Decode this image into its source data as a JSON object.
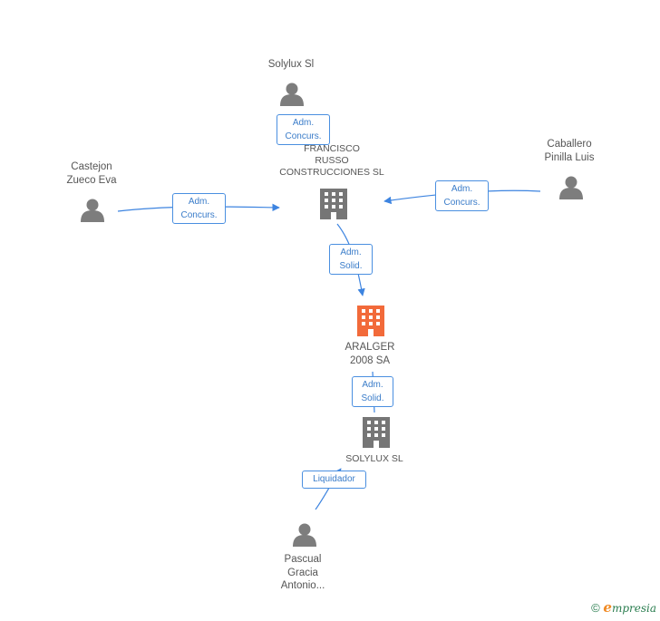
{
  "nodes": {
    "solylux_si": {
      "name_lines": [
        "Solylux Sl"
      ],
      "type": "person"
    },
    "francisco": {
      "name_lines": [
        "FRANCISCO",
        "RUSSO",
        "CONSTRUCCIONES SL"
      ],
      "type": "company"
    },
    "castejon": {
      "name_lines": [
        "Castejon",
        "Zueco Eva"
      ],
      "type": "person"
    },
    "caballero": {
      "name_lines": [
        "Caballero",
        "Pinilla Luis"
      ],
      "type": "person"
    },
    "aralger": {
      "name_lines": [
        "ARALGER",
        "2008 SA"
      ],
      "type": "company-focus"
    },
    "solylux_sl": {
      "name_lines": [
        "SOLYLUX SL"
      ],
      "type": "company"
    },
    "pascual": {
      "name_lines": [
        "Pascual",
        "Gracia",
        "Antonio..."
      ],
      "type": "person"
    }
  },
  "edges": {
    "solylux_francisco": {
      "label_lines": [
        "Adm.",
        "Concurs."
      ]
    },
    "castejon_francisco": {
      "label_lines": [
        "Adm.",
        "Concurs."
      ]
    },
    "caballero_francisco": {
      "label_lines": [
        "Adm.",
        "Concurs."
      ]
    },
    "francisco_aralger": {
      "label_lines": [
        "Adm.",
        "Solid."
      ]
    },
    "aralger_solylux": {
      "label_lines": [
        "Adm.",
        "Solid."
      ]
    },
    "pascual_solylux": {
      "label_lines": [
        "Liquidador"
      ]
    }
  },
  "footer": {
    "copyright": "©",
    "brand_initial": "e",
    "brand_rest": "mpresia"
  },
  "colors": {
    "edge": "#3d84e0",
    "person_icon": "#7d7d7d",
    "company_icon": "#767676",
    "focus_company": "#f26a3a",
    "label_text": "#555555"
  }
}
